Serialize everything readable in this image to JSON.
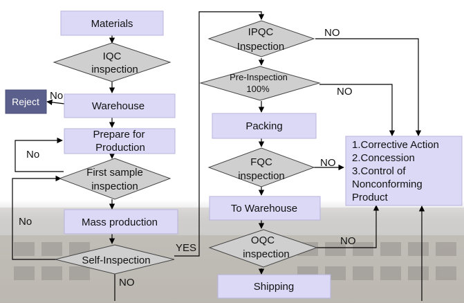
{
  "nodes": {
    "materials": "Materials",
    "iqc": [
      "IQC",
      "inspection"
    ],
    "reject": "Reject",
    "warehouse": "Warehouse",
    "prepare": [
      "Prepare for",
      "Production"
    ],
    "first_sample": [
      "First sample",
      "inspection"
    ],
    "mass_production": "Mass production",
    "self_inspection": "Self-Inspection",
    "ipqc": [
      "IPQC",
      "Inspection"
    ],
    "pre_inspection": [
      "Pre-Inspection",
      "100%"
    ],
    "packing": "Packing",
    "fqc": [
      "FQC",
      "inspection"
    ],
    "to_warehouse": "To Warehouse",
    "oqc": [
      "OQC",
      "inspection"
    ],
    "shipping": "Shipping",
    "actions": [
      "1.Corrective Action",
      "2.Concession",
      "3.Control of",
      "Nonconforming",
      "Product"
    ]
  },
  "labels": {
    "no_reject": "No",
    "no_first_sample": "No",
    "no_self": "No",
    "yes_self": "YES",
    "no_bottom": "NO",
    "no_ipqc": "NO",
    "no_pre": "NO",
    "no_fqc": "NO",
    "no_oqc": "NO"
  },
  "colors": {
    "box_fill": "#dcd9f7",
    "box_stroke": "#b7b3dc",
    "diamond_fill": "#cfcfcf",
    "reject_fill": "#5a5f8c",
    "line": "#000000"
  }
}
